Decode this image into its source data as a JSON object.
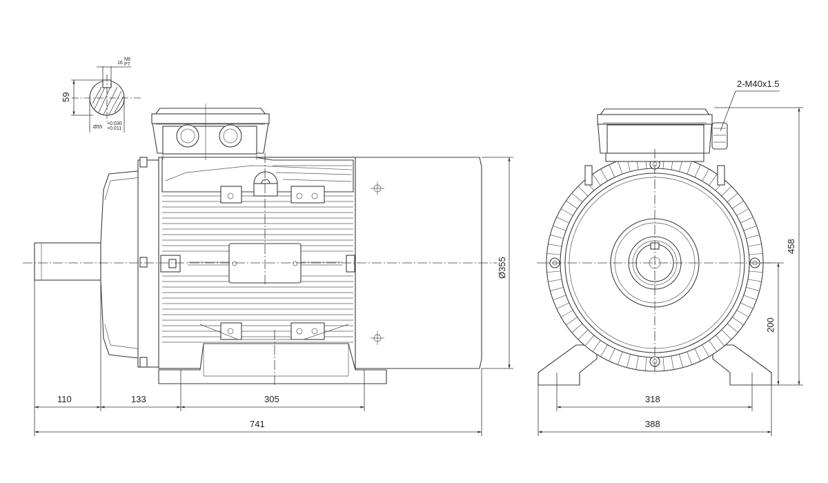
{
  "dimensions": {
    "shaft_length": "110",
    "shaft_to_foot": "133",
    "foot_spacing": "305",
    "overall_length": "741",
    "frame_diameter": "Ø355",
    "overall_height": "458",
    "shaft_height": "200",
    "foot_width": "318",
    "base_width": "388",
    "cable_gland": "2-M40x1.5"
  },
  "shaft_section": {
    "key_width": "16",
    "key_tol_upper": "N9",
    "key_tol_lower": "P7",
    "key_height": "59",
    "diameter": "Ø55",
    "diameter_tol_upper": "+0.030",
    "diameter_tol_lower": "+0.011"
  }
}
